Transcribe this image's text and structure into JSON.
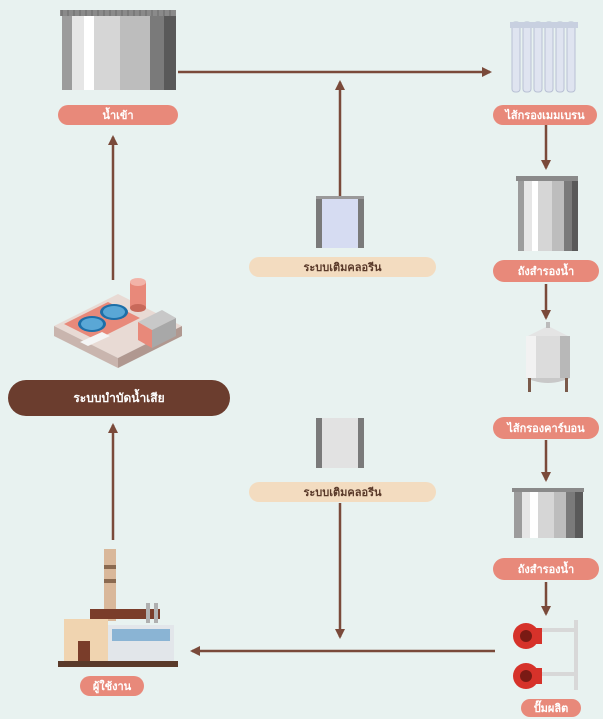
{
  "labels": {
    "intake": "น้ำเข้า",
    "wastewater_system": "ระบบบำบัดน้ำเสีย",
    "user": "ผู้ใช้งาน",
    "chlorine_top": "ระบบเติมคลอรีน",
    "chlorine_bottom": "ระบบเติมคลอรีน",
    "membrane_filter": "ไส้กรองเมมเบรน",
    "storage_tank_1": "ถังสำรองน้ำ",
    "carbon_filter": "ไส้กรองคาร์บอน",
    "storage_tank_2": "ถังสำรองน้ำ",
    "pump": "ปั๊มผลิต"
  },
  "colors": {
    "background": "#e8f2f0",
    "arrow": "#7a4a3a",
    "pink_label": "#e8897a",
    "beige_label": "#f3dcc0",
    "brown_label": "#6b3d2e"
  }
}
